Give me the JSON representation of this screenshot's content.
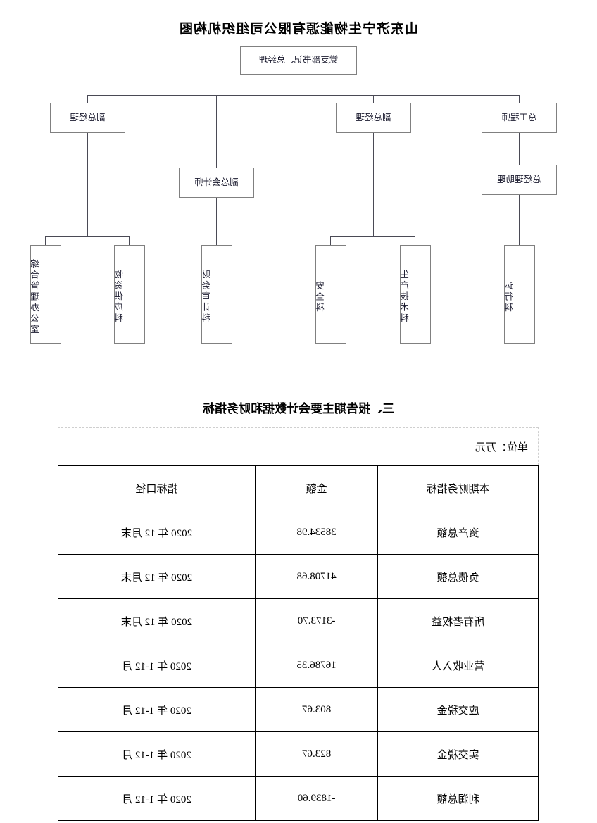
{
  "document": {
    "org_chart": {
      "title": "山东济宁生物能源有限公司组织机构图",
      "nodes": {
        "top": "党支部书记、总经理",
        "chief_engineer": "总工程师",
        "deputy_gm_left": "副总经理",
        "deputy_gm_right": "副总经理",
        "gm_assistant": "总经理助理",
        "deputy_chief_accountant": "副总会计师",
        "dept_operations": "运行科",
        "dept_production_tech": "生产技术科",
        "dept_safety": "安全科",
        "dept_finance_audit": "财务审计科",
        "dept_materials_supply": "物资供应科",
        "dept_general_office": "综合管理办公室"
      }
    },
    "section": {
      "heading": "三、报告期主要会计数据和财务指标",
      "unit_label": "单位：万元",
      "table": {
        "columns": [
          "本期财务指标",
          "金额",
          "指标口径"
        ],
        "rows": [
          {
            "metric": "资产总额",
            "amount": "38534.98",
            "caliber": "2020 年 12 月末"
          },
          {
            "metric": "负债总额",
            "amount": "41708.68",
            "caliber": "2020 年 12 月末"
          },
          {
            "metric": "所有者权益",
            "amount": "-3173.70",
            "caliber": "2020 年 12 月末"
          },
          {
            "metric": "营业收入人",
            "amount": "16786.35",
            "caliber": "2020 年 1-12 月"
          },
          {
            "metric": "应交税金",
            "amount": "803.67",
            "caliber": "2020 年 1-12 月"
          },
          {
            "metric": "实交税金",
            "amount": "823.67",
            "caliber": "2020 年 1-12 月"
          },
          {
            "metric": "利润总额",
            "amount": "-1839.60",
            "caliber": "2020 年 1-12 月"
          }
        ]
      }
    }
  }
}
